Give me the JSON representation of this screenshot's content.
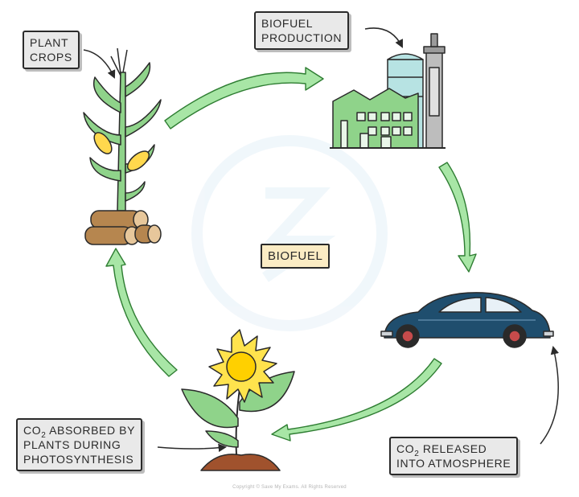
{
  "labels": {
    "plant_crops": [
      "PLANT",
      "CROPS"
    ],
    "biofuel_production": [
      "BIOFUEL",
      "PRODUCTION"
    ],
    "center": "BIOFUEL",
    "co2_absorbed": {
      "co": "CO",
      "sub": "2",
      "line1_rest": " ABSORBED BY",
      "line2": "PLANTS DURING",
      "line3": "PHOTOSYNTHESIS"
    },
    "co2_released": {
      "co": "CO",
      "sub": "2",
      "line1_rest": " RELEASED",
      "line2": "INTO ATMOSPHERE"
    }
  },
  "copyright": "Copyright © Save My Exams. All Rights Reserved",
  "colors": {
    "arrow_fill": "#a8e6a6",
    "arrow_stroke": "#2e7d32",
    "outline": "#2a2a2a",
    "label_bg": "#e9e9e9",
    "center_bg": "#fbecc4",
    "car_body": "#1f4e6e",
    "leaf_green": "#8fd38a",
    "sun_yellow": "#ffe34d"
  }
}
